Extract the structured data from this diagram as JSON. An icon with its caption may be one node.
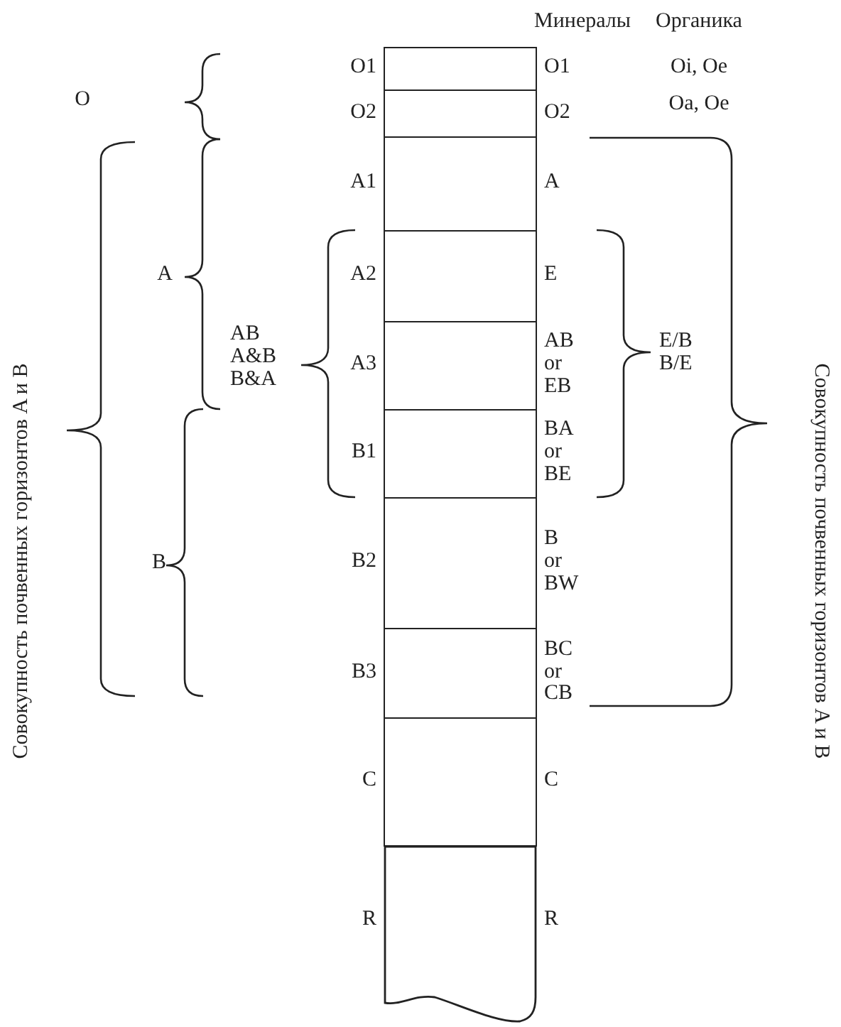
{
  "diagram": {
    "nodes": [
      {
        "text": [],
        "shape": "box",
        "beside": [
          "O1",
          "O1"
        ]
      },
      {
        "text": [],
        "shape": "box",
        "beside": [
          "O2",
          "O2"
        ]
      },
      {
        "text": [],
        "shape": "box",
        "beside": [
          "A1",
          "A"
        ]
      },
      {
        "text": [],
        "shape": "box",
        "beside": [
          "A2",
          "E"
        ]
      },
      {
        "text": [],
        "shape": "box",
        "beside": [
          "A3",
          "AB or EB"
        ]
      },
      {
        "text": [],
        "shape": "box",
        "beside": [
          "B1",
          "BA or BE"
        ]
      },
      {
        "text": [],
        "shape": "box",
        "beside": [
          "B2",
          "B or BW"
        ]
      },
      {
        "text": [],
        "shape": "box",
        "beside": [
          "B3",
          "BC or CB"
        ]
      },
      {
        "text": [],
        "shape": "box",
        "beside": [
          "C",
          "C"
        ]
      },
      {
        "text": [],
        "shape": "box",
        "beside": [
          "R",
          "R"
        ]
      }
    ],
    "labels": [
      "Минералы",
      "Органика",
      "Oi, Oe",
      "Oa, Oe",
      "Совокупность почвенных горизонтов A и B",
      "O",
      "A",
      "AB A&B B&A",
      "B",
      "E/B B/E",
      "Совокупность почвенных горизонтов A и B"
    ]
  }
}
